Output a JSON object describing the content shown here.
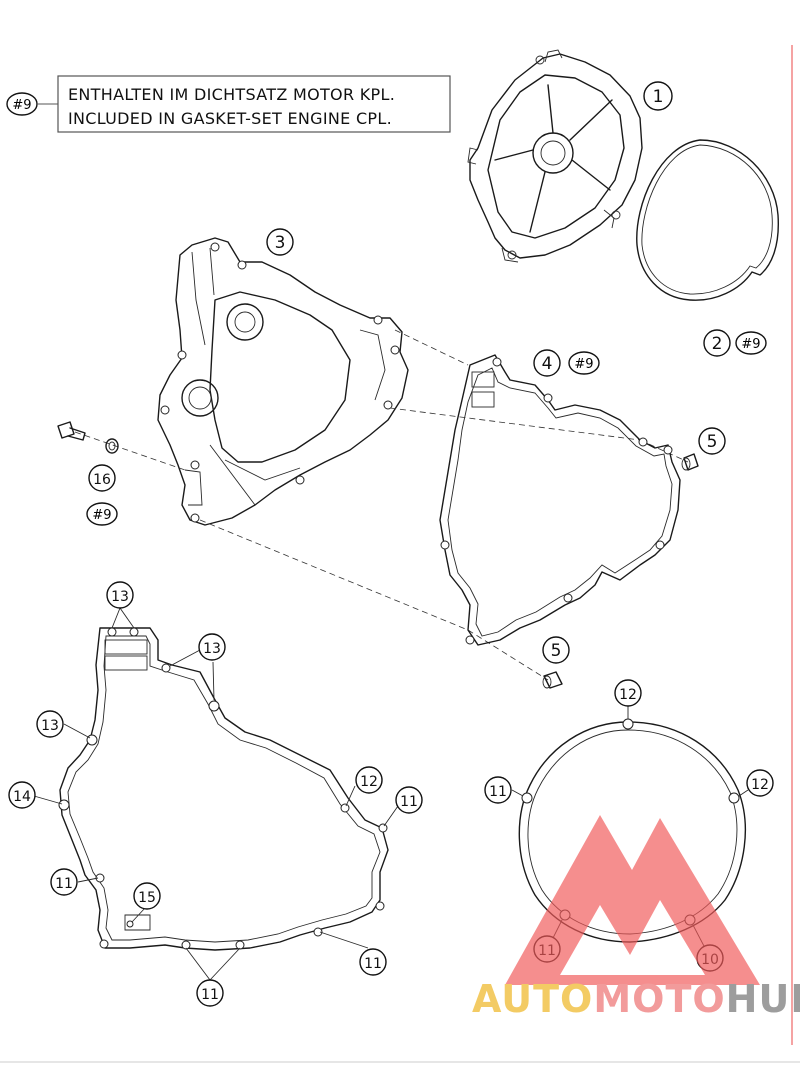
{
  "note": {
    "ref": "#9",
    "line_de": "ENTHALTEN IM DICHTSATZ MOTOR KPL.",
    "line_en": "INCLUDED IN GASKET-SET ENGINE CPL."
  },
  "callouts": {
    "p1": "1",
    "p2": "2",
    "p2_ref": "#9",
    "p3": "3",
    "p4": "4",
    "p4_ref": "#9",
    "p5a": "5",
    "p5b": "5",
    "p16": "16",
    "p16_ref": "#9",
    "g13a": "13",
    "g13b": "13",
    "g13c": "13",
    "g14": "14",
    "g11a": "11",
    "g15": "15",
    "g11b": "11",
    "g11c": "11",
    "g12a": "12",
    "g11d": "11",
    "r12a": "12",
    "r11a": "11",
    "r12b": "12",
    "r11b": "11",
    "r10": "10"
  },
  "watermark": {
    "auto": "AUTO",
    "moto": "MOTO",
    "hub": "HUB",
    "colors": {
      "auto": "#f2c34a",
      "moto": "#f08a8a",
      "hub": "#8c8c8c",
      "triangle": "#f05a5a"
    }
  }
}
